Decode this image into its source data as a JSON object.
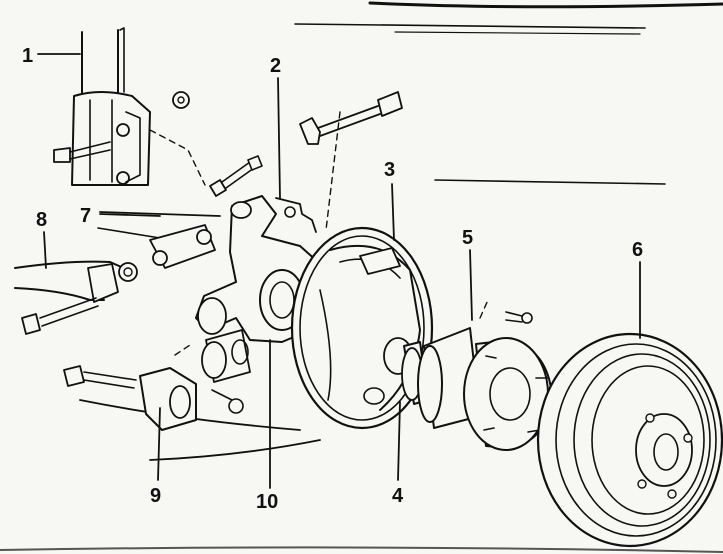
{
  "diagram": {
    "callouts": [
      {
        "id": "1",
        "text": "1"
      },
      {
        "id": "2",
        "text": "2"
      },
      {
        "id": "3",
        "text": "3"
      },
      {
        "id": "4",
        "text": "4"
      },
      {
        "id": "5",
        "text": "5"
      },
      {
        "id": "6",
        "text": "6"
      },
      {
        "id": "7",
        "text": "7"
      },
      {
        "id": "8",
        "text": "8"
      },
      {
        "id": "9",
        "text": "9"
      },
      {
        "id": "10",
        "text": "10"
      }
    ],
    "parts": [
      {
        "name": "shock-absorber-strut",
        "callout": "1"
      },
      {
        "name": "brake-line-bracket",
        "callout": "2"
      },
      {
        "name": "brake-backing-plate",
        "callout": "3"
      },
      {
        "name": "axle-spindle",
        "callout": "4"
      },
      {
        "name": "hub-bearing-unit",
        "callout": "5"
      },
      {
        "name": "brake-drum",
        "callout": "6"
      },
      {
        "name": "stabilizer-link",
        "callout": "7"
      },
      {
        "name": "lateral-arm",
        "callout": "8"
      },
      {
        "name": "trailing-arm-bushing",
        "callout": "9"
      },
      {
        "name": "steering-knuckle",
        "callout": "10"
      }
    ]
  }
}
